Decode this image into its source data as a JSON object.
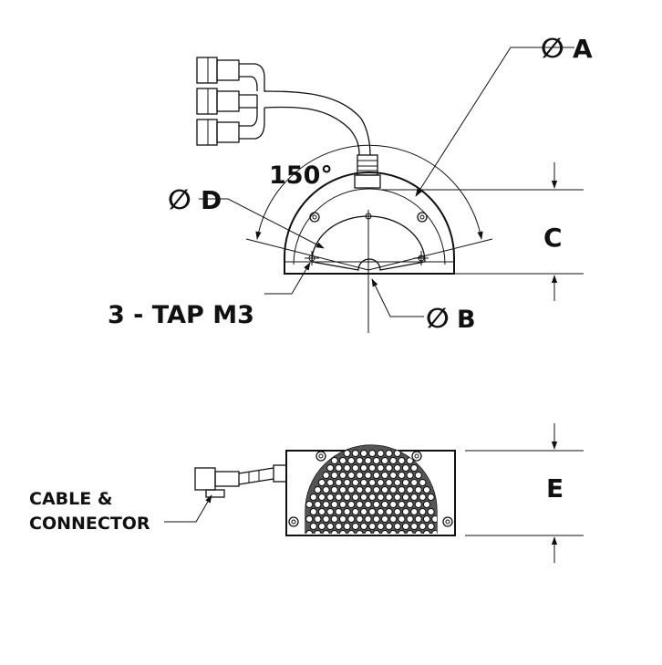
{
  "labels": {
    "dim_a": "A",
    "dim_b": "B",
    "dim_c": "C",
    "dim_d": "D",
    "dim_e": "E",
    "angle": "150°",
    "taps": "3 - TAP M3",
    "cable_line1": "CABLE &",
    "cable_line2": "CONNECTOR",
    "diameter_symbol": "∅"
  },
  "colors": {
    "ink": "#111111",
    "background": "#ffffff"
  }
}
